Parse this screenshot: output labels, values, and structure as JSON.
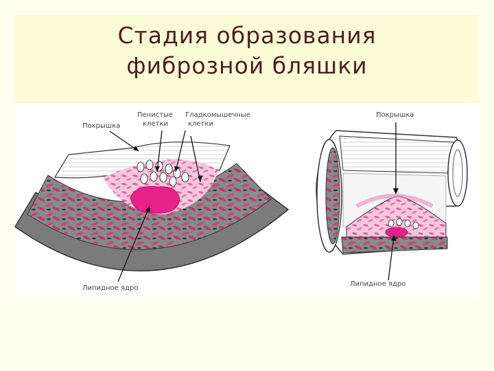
{
  "slide": {
    "title_line1": "Стадия образования",
    "title_line2": "фиброзной бляшки",
    "colors": {
      "title": "#4a1f1f",
      "lipid": "#e8208a",
      "wall": "#7b7b7b",
      "cap_pink": "#f2b5d4"
    }
  },
  "left_figure": {
    "label_cap": "Покрышка",
    "label_foam_1": "Пенистые",
    "label_foam_2": "клетки",
    "label_smooth_1": "Гладкомышечные",
    "label_smooth_2": "клетки",
    "label_lipid": "Липидное ядро"
  },
  "right_figure": {
    "label_cap": "Покрышка",
    "label_lipid": "Липидное ядро"
  }
}
